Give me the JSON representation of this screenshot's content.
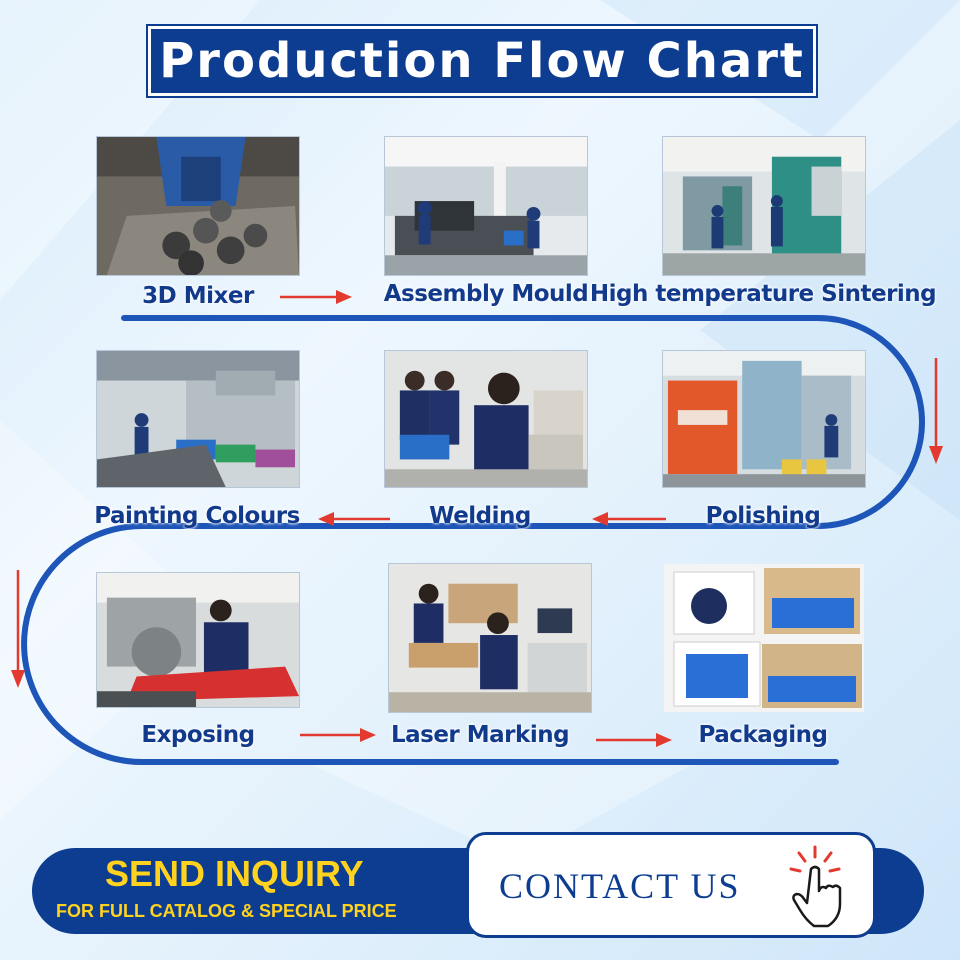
{
  "title": "Production Flow Chart",
  "colors": {
    "primary": "#0d3d91",
    "flow_line": "#1e55b8",
    "arrow": "#e23a2f",
    "label": "#123a8c",
    "accent": "#ffd21f"
  },
  "steps": [
    {
      "label": "3D Mixer",
      "photo": "mixer-photo"
    },
    {
      "label": "Assembly Mould",
      "photo": "assembly-mould-photo"
    },
    {
      "label": "High temperature Sintering",
      "photo": "sintering-photo"
    },
    {
      "label": "Polishing",
      "photo": "polishing-photo"
    },
    {
      "label": "Welding",
      "photo": "welding-photo"
    },
    {
      "label": "Painting Colours",
      "photo": "painting-photo"
    },
    {
      "label": "Exposing",
      "photo": "exposing-photo"
    },
    {
      "label": "Laser Marking",
      "photo": "laser-marking-photo"
    },
    {
      "label": "Packaging",
      "photo": "packaging-photo"
    }
  ],
  "cta": {
    "inquiry_title": "SEND INQUIRY",
    "inquiry_subtitle": "FOR FULL CATALOG & SPECIAL PRICE",
    "contact_label": "CONTACT US",
    "contact_icon": "pointing-hand-icon"
  }
}
